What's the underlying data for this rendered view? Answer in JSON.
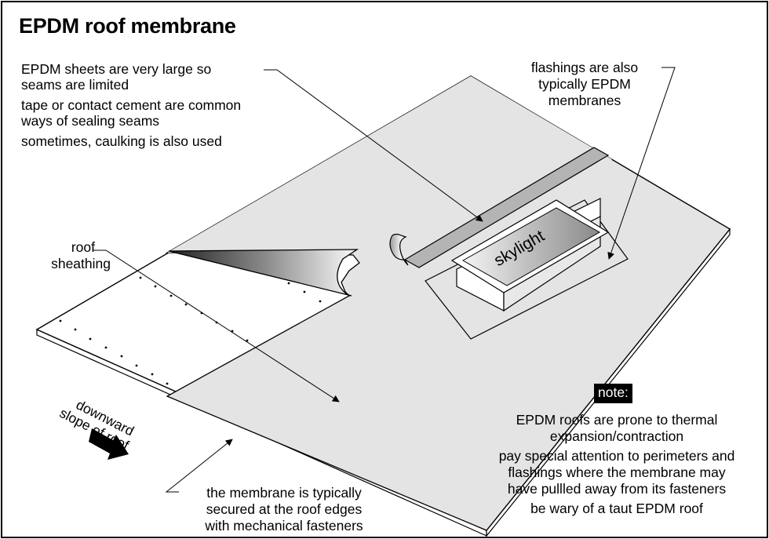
{
  "title": "EPDM roof membrane",
  "callouts": {
    "seams": [
      "EPDM sheets are very large so",
      "seams are limited",
      "tape or contact cement are common",
      "ways of sealing seams",
      "sometimes, caulking is also used"
    ],
    "flashings": [
      "flashings are also",
      "typically EPDM",
      "membranes"
    ],
    "sheathing": [
      "roof",
      "sheathing"
    ],
    "slope": [
      "downward",
      "slope of roof"
    ],
    "fasteners": [
      "the membrane is typically",
      "secured at the roof edges",
      "with mechanical fasteners"
    ]
  },
  "skylight_label": "skylight",
  "note": {
    "badge": "note:",
    "lines": [
      "EPDM roofs are prone to thermal",
      "expansion/contraction",
      "pay special attention to perimeters and",
      "flashings where the membrane may",
      "have pullled away from  its fasteners",
      "be wary of a taut EPDM roof"
    ]
  },
  "colors": {
    "membrane": "#e4e4e4",
    "sheathing": "#ffffff",
    "seam_tape": "#b4b4b4",
    "outline": "#000000",
    "note_badge_bg": "#000000",
    "note_badge_text": "#ffffff"
  }
}
